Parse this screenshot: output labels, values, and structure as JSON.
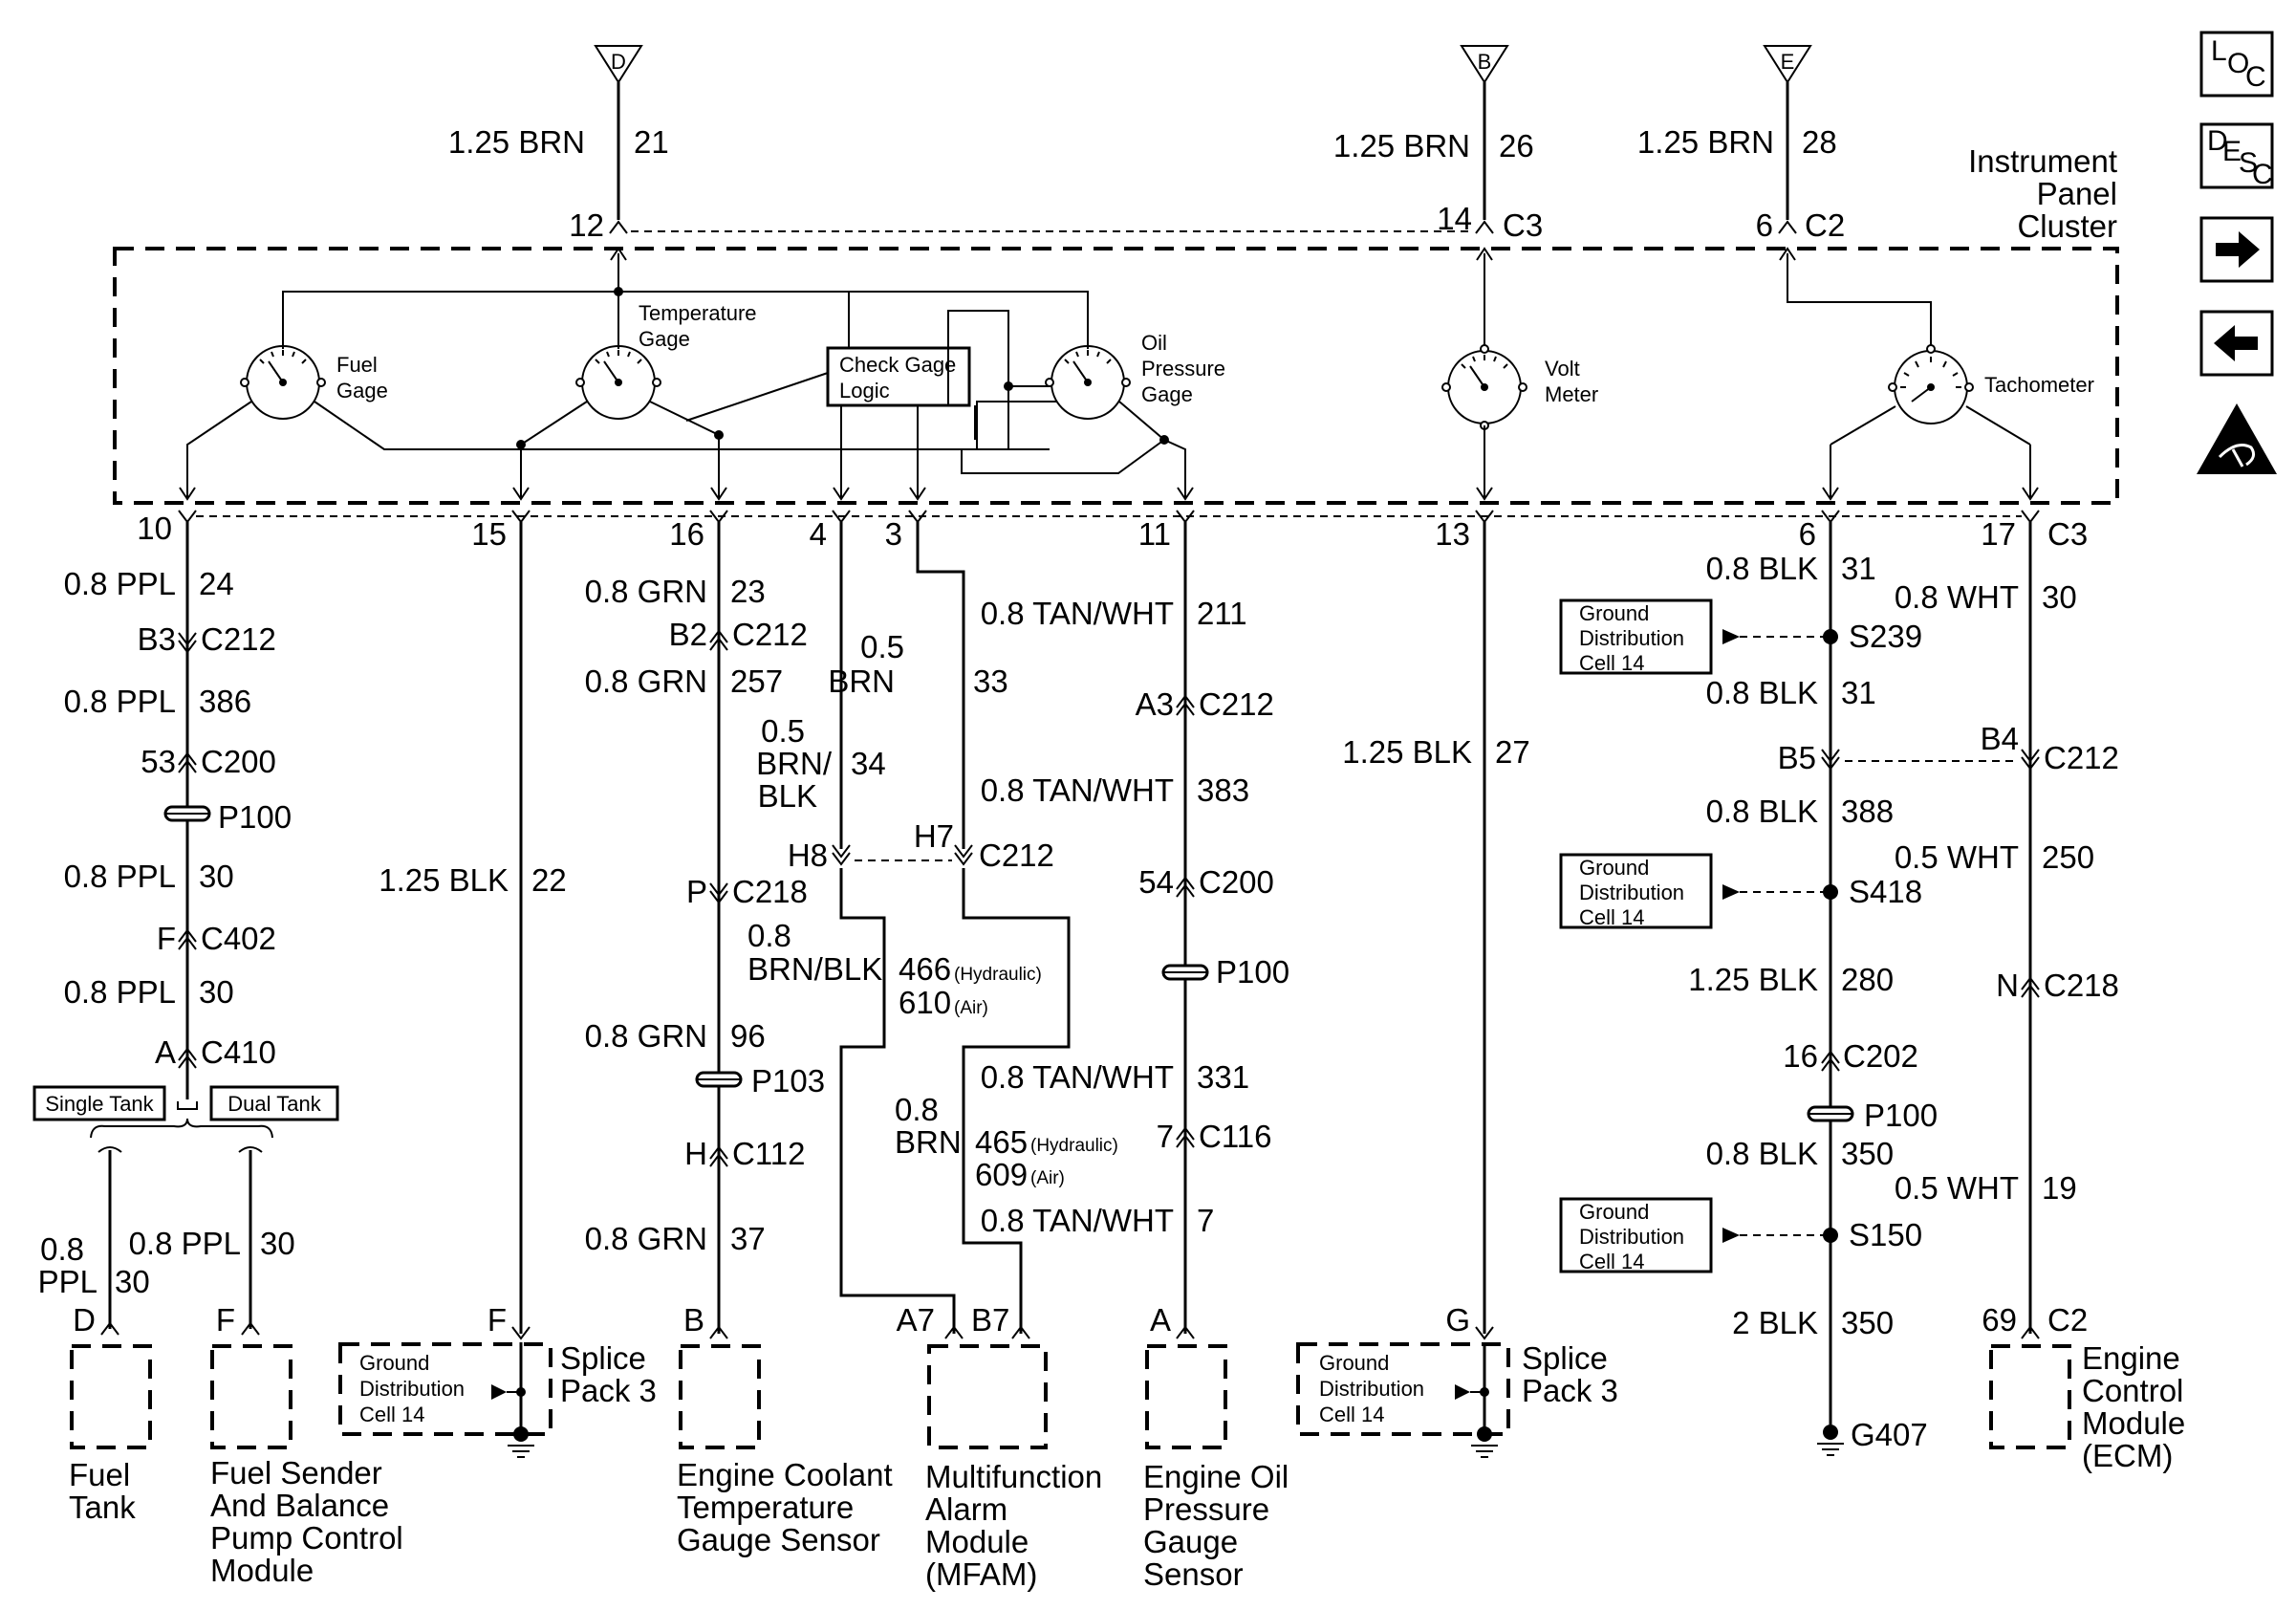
{
  "top_feeds": [
    {
      "letter": "D",
      "wire": "1.25 BRN",
      "circuit": "21",
      "pin": "12"
    },
    {
      "letter": "B",
      "wire": "1.25 BRN",
      "circuit": "26",
      "pin": "14",
      "conn": "C3"
    },
    {
      "letter": "E",
      "wire": "1.25 BRN",
      "circuit": "28",
      "pin": "6",
      "conn": "C2"
    }
  ],
  "cluster": {
    "title": [
      "Instrument",
      "Panel",
      "Cluster"
    ],
    "fuel_gage": [
      "Fuel",
      "Gage"
    ],
    "temp_gage": [
      "Temperature",
      "Gage"
    ],
    "check_gage": [
      "Check Gage",
      "Logic"
    ],
    "oil_gage": [
      "Oil",
      "Pressure",
      "Gage"
    ],
    "volt_meter": [
      "Volt",
      "Meter"
    ],
    "tachometer": "Tachometer"
  },
  "pins": {
    "p10": "10",
    "p15": "15",
    "p16": "16",
    "p4": "4",
    "p3": "3",
    "p11": "11",
    "p13": "13",
    "p6": "6",
    "p17": "17",
    "c3": "C3"
  },
  "col_fuel": {
    "w1": "0.8 PPL",
    "c1": "24",
    "cn1a": "B3",
    "cn1b": "C212",
    "w2": "0.8 PPL",
    "c2": "386",
    "cn2a": "53",
    "cn2b": "C200",
    "p100": "P100",
    "w3": "0.8 PPL",
    "c3": "30",
    "cn3a": "F",
    "cn3b": "C402",
    "w4": "0.8 PPL",
    "c4": "30",
    "cn4a": "A",
    "cn4b": "C410",
    "single": "Single Tank",
    "dual": "Dual Tank",
    "w5a": "0.8",
    "w5b": "PPL",
    "c5": "30",
    "w6": "0.8 PPL",
    "c6": "30",
    "pinD": "D",
    "pinF": "F",
    "tank": [
      "Fuel",
      "Tank"
    ],
    "sender": [
      "Fuel Sender",
      "And Balance",
      "Pump Control",
      "Module"
    ]
  },
  "col_15": {
    "w": "1.25 BLK",
    "c": "22",
    "pin": "F",
    "gnd": [
      "Ground",
      "Distribution",
      "Cell 14"
    ],
    "splice": [
      "Splice",
      "Pack 3"
    ]
  },
  "col_16": {
    "w1": "0.8 GRN",
    "c1": "23",
    "cn1a": "B2",
    "cn1b": "C212",
    "w2": "0.8 GRN",
    "c2": "257",
    "cn2a": "P",
    "cn2b": "C218",
    "w3": "0.8 GRN",
    "c3": "96",
    "p103": "P103",
    "cn3a": "H",
    "cn3b": "C112",
    "w4": "0.8 GRN",
    "c4": "37",
    "pin": "B",
    "sensor": [
      "Engine Coolant",
      "Temperature",
      "Gauge Sensor"
    ]
  },
  "col_4_3": {
    "w3a": "0.5",
    "w3b": "BRN",
    "c3": "33",
    "w4a": "0.5",
    "w4b": "BRN/",
    "w4c": "BLK",
    "c4": "34",
    "h8": "H8",
    "h7": "H7",
    "c212": "C212",
    "wba": "0.8",
    "wbb": "BRN/BLK",
    "c466": "466",
    "c466n": "(Hydraulic)",
    "c610": "610",
    "c610n": "(Air)",
    "wbra": "0.8",
    "wbrb": "BRN",
    "c465": "465",
    "c465n": "(Hydraulic)",
    "c609": "609",
    "c609n": "(Air)",
    "a7": "A7",
    "b7": "B7",
    "module": [
      "Multifunction",
      "Alarm",
      "Module",
      "(MFAM)"
    ]
  },
  "col_11": {
    "w1": "0.8 TAN/WHT",
    "c1": "211",
    "cn1a": "A3",
    "cn1b": "C212",
    "w2": "0.8 TAN/WHT",
    "c2": "383",
    "cn2a": "54",
    "cn2b": "C200",
    "p100": "P100",
    "w3": "0.8 TAN/WHT",
    "c3": "331",
    "cn3a": "7",
    "cn3b": "C116",
    "w4": "0.8 TAN/WHT",
    "c4": "7",
    "pin": "A",
    "sensor": [
      "Engine Oil",
      "Pressure",
      "Gauge",
      "Sensor"
    ]
  },
  "col_13": {
    "w": "1.25 BLK",
    "c": "27",
    "pin": "G",
    "gnd": [
      "Ground",
      "Distribution",
      "Cell 14"
    ],
    "splice": [
      "Splice",
      "Pack 3"
    ]
  },
  "col_6": {
    "w1": "0.8 BLK",
    "c1": "31",
    "s1": "S239",
    "w2": "0.8 BLK",
    "c2": "31",
    "cn1a": "B5",
    "w3": "0.8 BLK",
    "c3": "388",
    "s2": "S418",
    "w4": "1.25 BLK",
    "c4": "280",
    "cn2a": "16",
    "cn2b": "C202",
    "p100": "P100",
    "w5": "0.8 BLK",
    "c5": "350",
    "s3": "S150",
    "w6": "2 BLK",
    "c6": "350",
    "g": "G407",
    "gnd": [
      "Ground",
      "Distribution",
      "Cell 14"
    ]
  },
  "col_17": {
    "w1": "0.8 WHT",
    "c1": "30",
    "cn1a": "B4",
    "cn1b": "C212",
    "w2": "0.5 WHT",
    "c2": "250",
    "cn2a": "N",
    "cn2b": "C218",
    "w3": "0.5 WHT",
    "c3": "19",
    "pin": "69",
    "conn": "C2",
    "ecm": [
      "Engine",
      "Control",
      "Module",
      "(ECM)"
    ]
  },
  "nav": {
    "loc_l": "L",
    "loc_o": "O",
    "loc_c": "C",
    "desc_d": "D",
    "desc_e": "E",
    "desc_s": "S",
    "desc_c": "C"
  }
}
